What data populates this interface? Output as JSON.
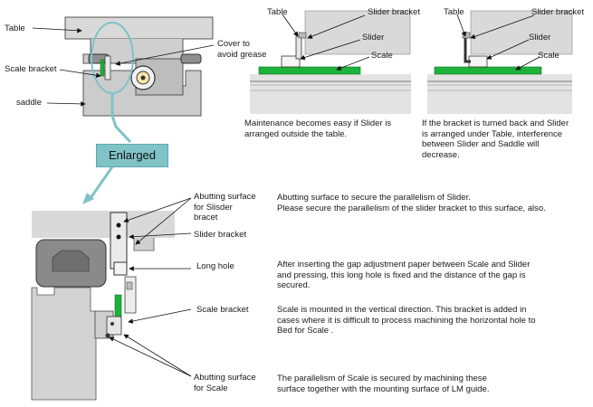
{
  "top_left": {
    "table": "Table",
    "scale_bracket": "Scale bracket",
    "saddle": "saddle",
    "cover": "Cover to\navoid grease"
  },
  "top_mid": {
    "table": "Table",
    "slider_bracket": "Slider bracket",
    "slider": "Slider",
    "scale": "Scale",
    "caption": "Maintenance becomes easy if Slider is\narranged outside the table."
  },
  "top_right": {
    "table": "Table",
    "slider_bracket": "Slider bracket",
    "slider": "Slider",
    "scale": "Scale",
    "caption": "If the bracket is turned back and Slider\nis arranged under Table, interference\nbetween Slider and Saddle will\ndecrease."
  },
  "enlarged_label": "Enlarged",
  "callouts": {
    "abutting_slider": "Abutting surface\nfor Slisder\nbracet",
    "slider_bracket": "Slider bracket",
    "long_hole": "Long hole",
    "scale_bracket": "Scale bracket",
    "abutting_scale": "Abutting surface\nfor Scale"
  },
  "descriptions": {
    "abutting_slider": "Abutting surface to secure the parallelism of Slider.\nPlease secure the parallelism of the slider bracket to this surface, also.",
    "long_hole": "After inserting the gap adjustment paper between Scale and Slider\nand pressing, this long hole is fixed and the distance of the gap is\nsecured.",
    "scale_bracket": "Scale is mounted in the vertical direction. This bracket is added in\ncases where it is difficult to process machining the horizontal hole to\nBed for Scale .",
    "abutting_scale": "The parallelism of Scale is secured by machining these\nsurface together with the mounting surface of LM guide."
  },
  "colors": {
    "scale_green": "#1db23a",
    "callout_teal": "#7fc3c7",
    "metal_gray": "#d6d6d6",
    "dark_gray": "#9a9a9a"
  }
}
